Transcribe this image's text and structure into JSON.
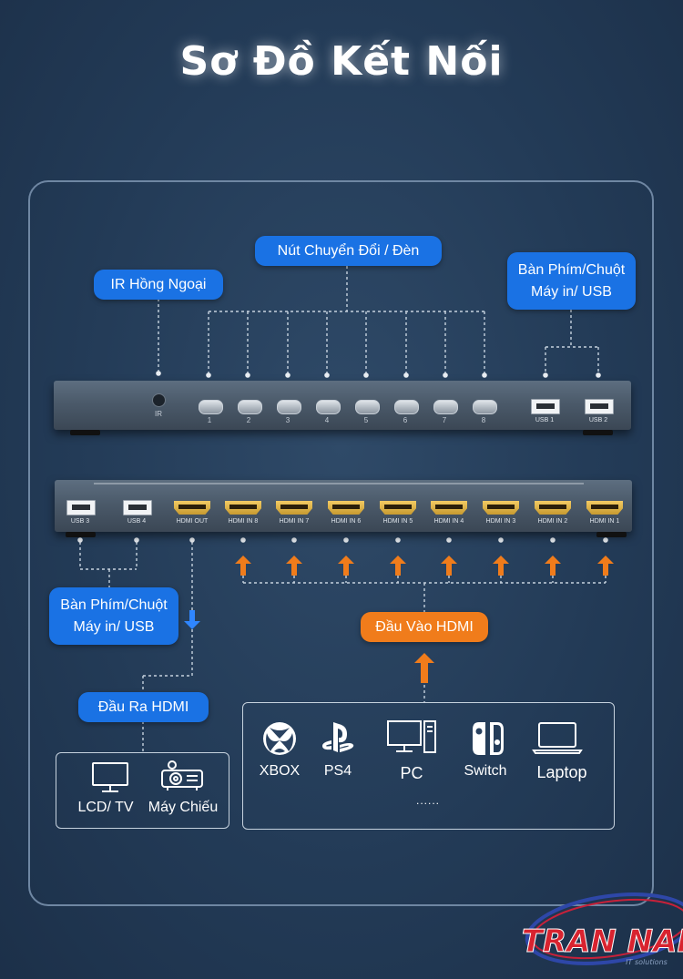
{
  "title": "Sơ Đồ Kết Nối",
  "labels": {
    "ir": "IR Hồng Ngoại",
    "buttons": "Nút Chuyển Đổi / Đèn",
    "usb_top": [
      "Bàn Phím/Chuột",
      "Máy in/ USB"
    ],
    "usb_bottom": [
      "Bàn Phím/Chuột",
      "Máy in/ USB"
    ],
    "hdmi_in": "Đầu Vào HDMI",
    "hdmi_out": "Đầu Ra HDMI"
  },
  "front_panel": {
    "ir_label": "IR",
    "button_numbers": [
      "1",
      "2",
      "3",
      "4",
      "5",
      "6",
      "7",
      "8"
    ],
    "usb_ports": [
      "USB 1",
      "USB 2"
    ]
  },
  "rear_panel": {
    "usb_ports": [
      "USB 3",
      "USB 4"
    ],
    "hdmi_ports": [
      "HDMI OUT",
      "HDMI IN 8",
      "HDMI IN 7",
      "HDMI IN 6",
      "HDMI IN 5",
      "HDMI IN 4",
      "HDMI IN 3",
      "HDMI IN 2",
      "HDMI IN 1"
    ]
  },
  "output_devices": [
    {
      "label": "LCD/ TV",
      "icon": "tv-icon"
    },
    {
      "label": "Máy Chiếu",
      "icon": "projector-icon"
    }
  ],
  "input_devices": [
    {
      "label": "XBOX",
      "icon": "xbox-icon"
    },
    {
      "label": "PS4",
      "icon": "playstation-icon"
    },
    {
      "label": "PC",
      "icon": "pc-icon"
    },
    {
      "label": "Switch",
      "icon": "nintendo-switch-icon"
    },
    {
      "label": "Laptop",
      "icon": "laptop-icon"
    }
  ],
  "more_indicator": "......",
  "logo": {
    "name": "TRAN NAM",
    "tagline": "IT solutions"
  },
  "colors": {
    "blue_label": "#1a72e4",
    "orange_label": "#f07c1b",
    "arrow": "#f07c1b",
    "dashed_line": "#c6d2de"
  }
}
